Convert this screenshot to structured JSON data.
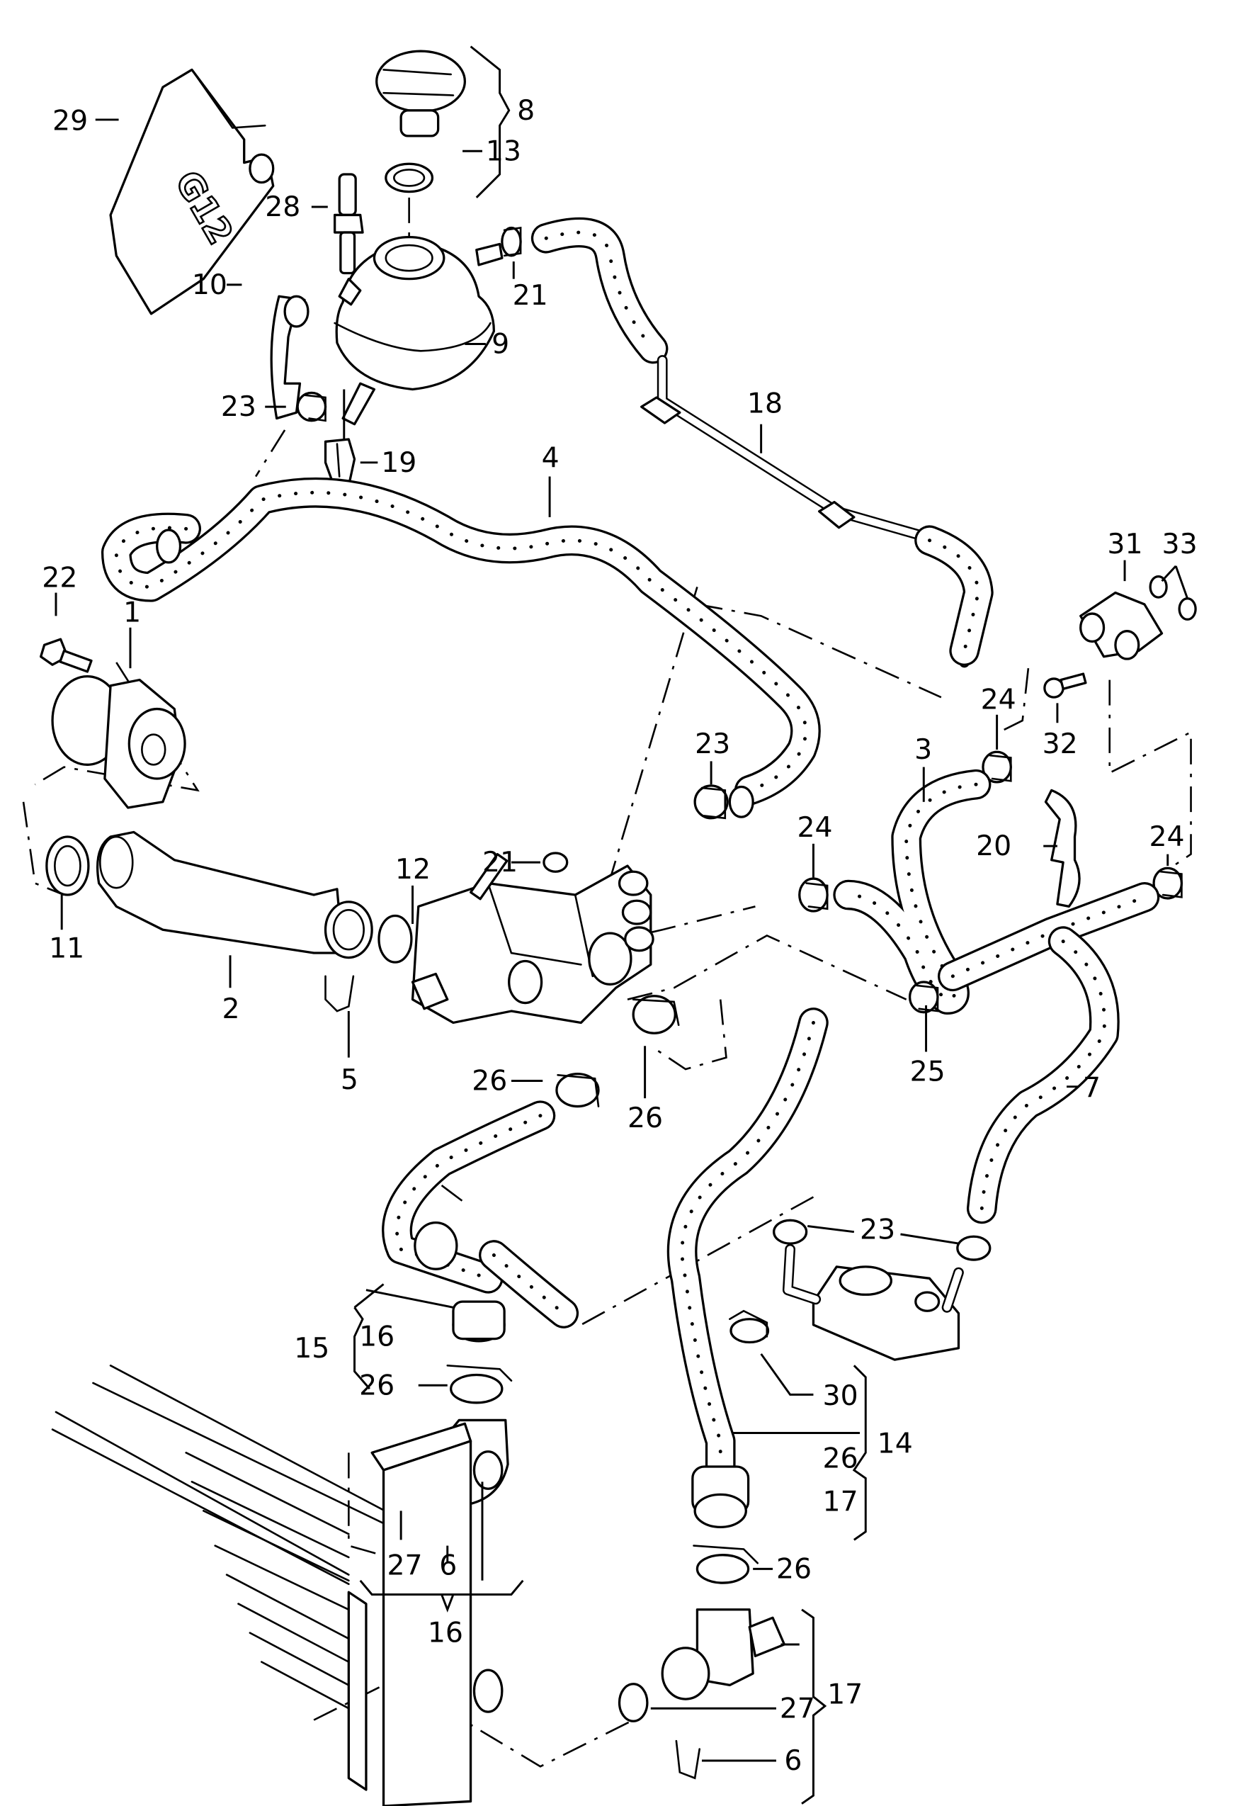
{
  "diagram": {
    "title": "Cooling system parts diagram",
    "coolant_can_marking": "G12",
    "callouts": {
      "c29": "29",
      "c8": "8",
      "c13": "13",
      "c28": "28",
      "c21a": "21",
      "c10": "10",
      "c9": "9",
      "c23a": "23",
      "c19": "19",
      "c18": "18",
      "c4": "4",
      "c22": "22",
      "c1": "1",
      "c31": "31",
      "c33": "33",
      "c32": "32",
      "c24a": "24",
      "c3": "3",
      "c23b": "23",
      "c24b": "24",
      "c20": "20",
      "c24c": "24",
      "c21b": "21",
      "c12": "12",
      "c11": "11",
      "c2": "2",
      "c5": "5",
      "c25": "25",
      "c7": "7",
      "c26a": "26",
      "c26b": "26",
      "c23c": "23",
      "c15": "15",
      "c16a": "16",
      "c26c": "26",
      "c30": "30",
      "c14": "14",
      "c26d": "26",
      "c17a": "17",
      "c27a": "27",
      "c6a": "6",
      "c16b": "16",
      "c26e": "26",
      "c17b": "17",
      "c27b": "27",
      "c6b": "6"
    }
  }
}
